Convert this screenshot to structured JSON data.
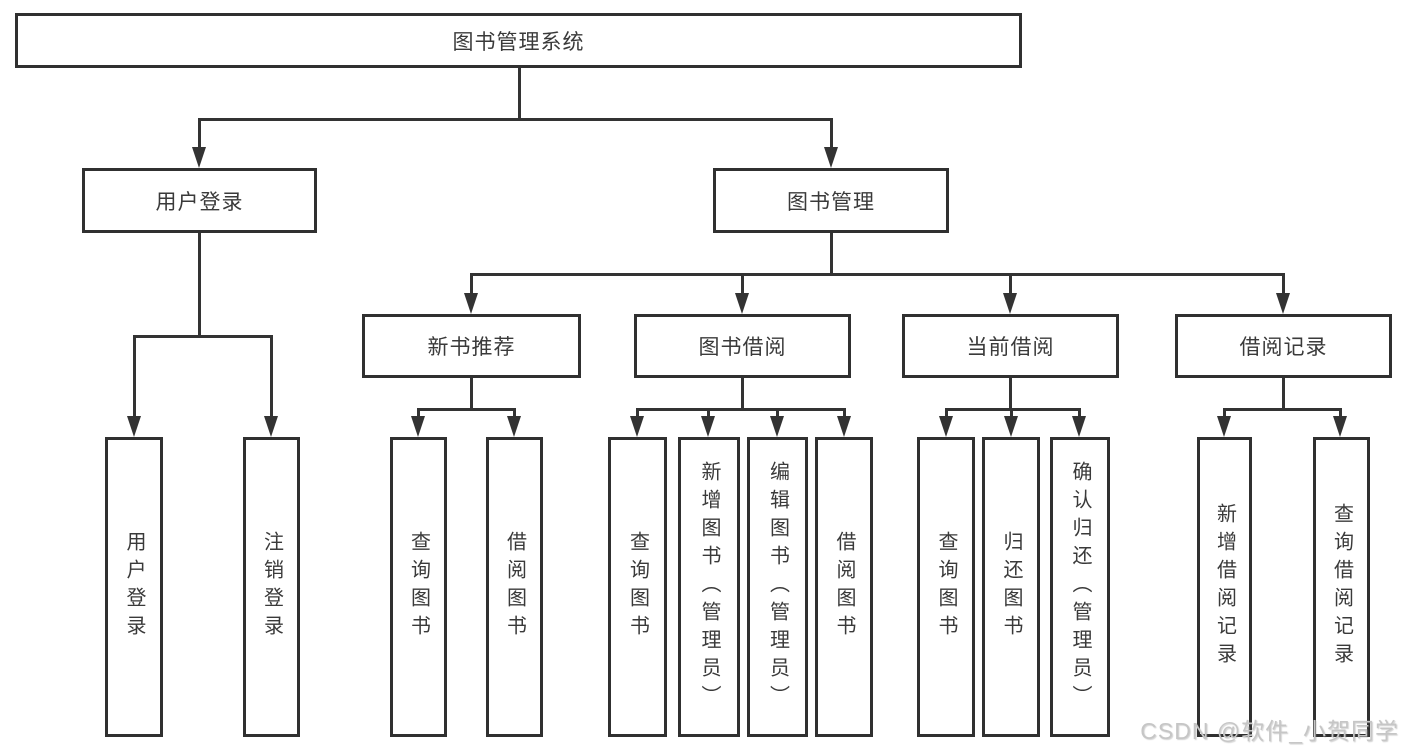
{
  "diagram": {
    "root": {
      "label": "图书管理系统"
    },
    "level2": [
      {
        "label": "用户登录"
      },
      {
        "label": "图书管理"
      }
    ],
    "level3": [
      {
        "label": "新书推荐"
      },
      {
        "label": "图书借阅"
      },
      {
        "label": "当前借阅"
      },
      {
        "label": "借阅记录"
      }
    ],
    "leaves": {
      "user_login": [
        "用户登录",
        "注销登录"
      ],
      "new_books": [
        "查询图书",
        "借阅图书"
      ],
      "book_borrow": [
        "查询图书",
        "新增图书（管理员）",
        "编辑图书（管理员）",
        "借阅图书"
      ],
      "current_borrow": [
        "查询图书",
        "归还图书",
        "确认归还（管理员）"
      ],
      "borrow_records": [
        "新增借阅记录",
        "查询借阅记录"
      ]
    }
  },
  "watermark": "CSDN @软件_小贺同学",
  "colors": {
    "background": "#ffffff",
    "box_border": "#303030",
    "line": "#333333",
    "text": "#3a3a3a",
    "watermark": "#c6c6c6"
  }
}
